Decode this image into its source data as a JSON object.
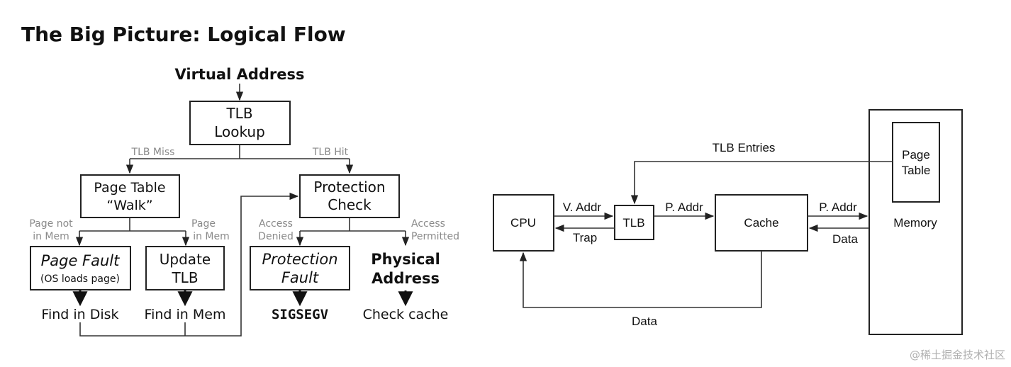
{
  "title": "The Big Picture:  Logical Flow",
  "flow": {
    "virtual_address": "Virtual Address",
    "tlb_lookup": [
      "TLB",
      "Lookup"
    ],
    "tlb_miss": "TLB Miss",
    "tlb_hit": "TLB Hit",
    "page_table_walk": [
      "Page Table",
      "“Walk”"
    ],
    "protection_check": [
      "Protection",
      "Check"
    ],
    "page_not_in_mem": [
      "Page not",
      "in Mem"
    ],
    "page_in_mem": [
      "Page",
      "in Mem"
    ],
    "access_denied": [
      "Access",
      "Denied"
    ],
    "access_permitted": [
      "Access",
      "Permitted"
    ],
    "page_fault": [
      "Page Fault",
      "(OS loads page)"
    ],
    "update_tlb": [
      "Update",
      "TLB"
    ],
    "protection_fault": [
      "Protection",
      "Fault"
    ],
    "physical_address": [
      "Physical",
      "Address"
    ],
    "find_in_disk": "Find in Disk",
    "find_in_mem": "Find in Mem",
    "sigsegv": "SIGSEGV",
    "check_cache": "Check cache"
  },
  "hardware": {
    "cpu": "CPU",
    "tlb": "TLB",
    "cache": "Cache",
    "memory": "Memory",
    "page_table": [
      "Page",
      "Table"
    ],
    "tlb_entries": "TLB Entries",
    "v_addr": "V. Addr",
    "trap": "Trap",
    "p_addr_1": "P. Addr",
    "p_addr_2": "P. Addr",
    "data_mem": "Data",
    "data_bottom": "Data"
  },
  "watermark": "@稀土掘金技术社区"
}
